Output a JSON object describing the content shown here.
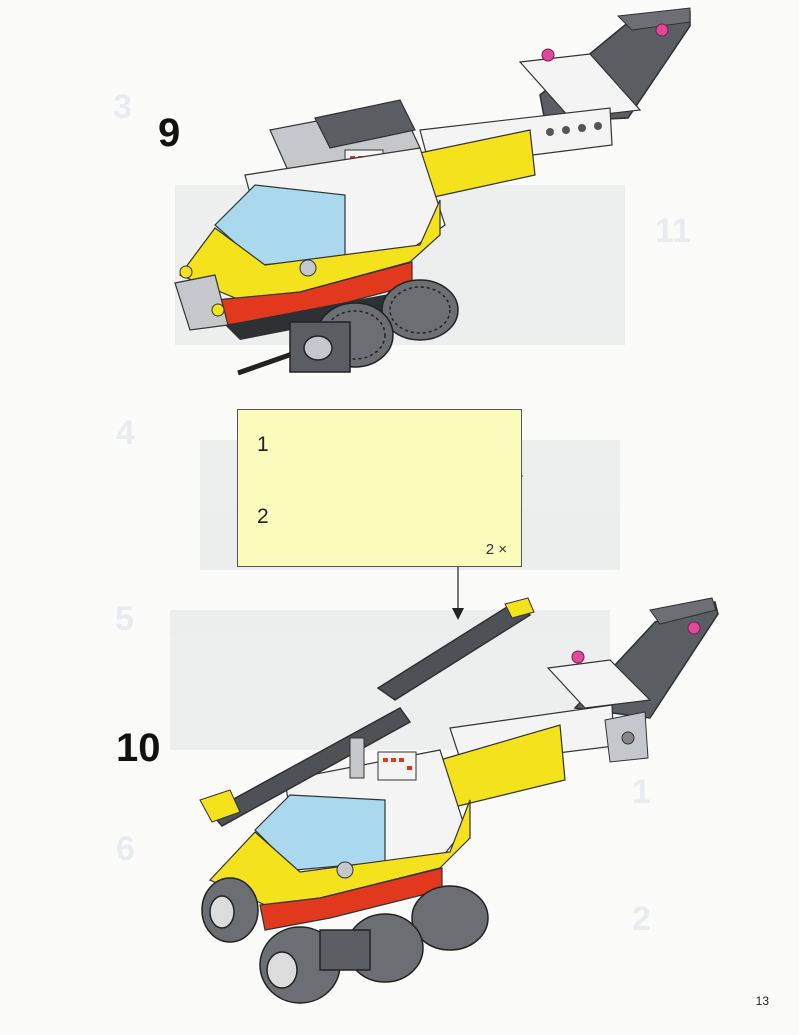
{
  "steps": [
    {
      "number": "9"
    },
    {
      "number": "10"
    }
  ],
  "callout": {
    "substeps": [
      "1",
      "2"
    ],
    "multiplier": "2 ×"
  },
  "ghost_numbers": [
    "3",
    "11",
    "4",
    "5",
    "6",
    "1",
    "2"
  ],
  "page_number": "13",
  "colors": {
    "yellow": "#f3e21c",
    "red": "#e2381e",
    "dark_gray": "#5a5e63",
    "light_gray": "#c4c7cb",
    "white": "#f4f4f4",
    "glass": "#a9d8ef",
    "pink": "#e0499a",
    "callout_bg": "#fbfbbd"
  }
}
